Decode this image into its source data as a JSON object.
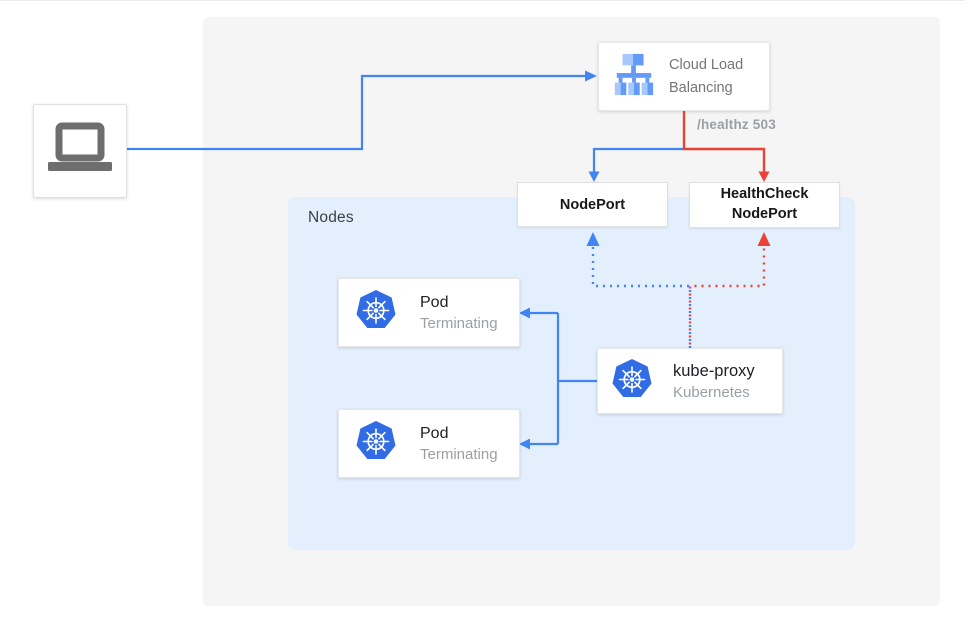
{
  "colors": {
    "blue_flow": "#4284f3",
    "red_flow": "#ea4335",
    "kubernetes_blue": "#326ce5",
    "panel_gray": "#f5f5f6",
    "nodes_panel_blue": "#e3effc",
    "laptop_gray": "#6e6e6e",
    "lb_icon_light_blue": "#a6c8fa",
    "lb_icon_medium_blue": "#639af7"
  },
  "client": {
    "icon": "laptop-icon"
  },
  "cloud_load_balancing": {
    "label": "Cloud Load Balancing",
    "icon": "load-balancer-icon"
  },
  "edge_labels": {
    "healthz": "/healthz 503"
  },
  "nodes_panel": {
    "label": "Nodes"
  },
  "nodeport": {
    "label": "NodePort"
  },
  "healthcheck_nodeport": {
    "label": "HealthCheck NodePort"
  },
  "pods": [
    {
      "title": "Pod",
      "status": "Terminating",
      "icon": "kubernetes-icon"
    },
    {
      "title": "Pod",
      "status": "Terminating",
      "icon": "kubernetes-icon"
    }
  ],
  "kube_proxy": {
    "title": "kube-proxy",
    "subtitle": "Kubernetes",
    "icon": "kubernetes-icon"
  }
}
